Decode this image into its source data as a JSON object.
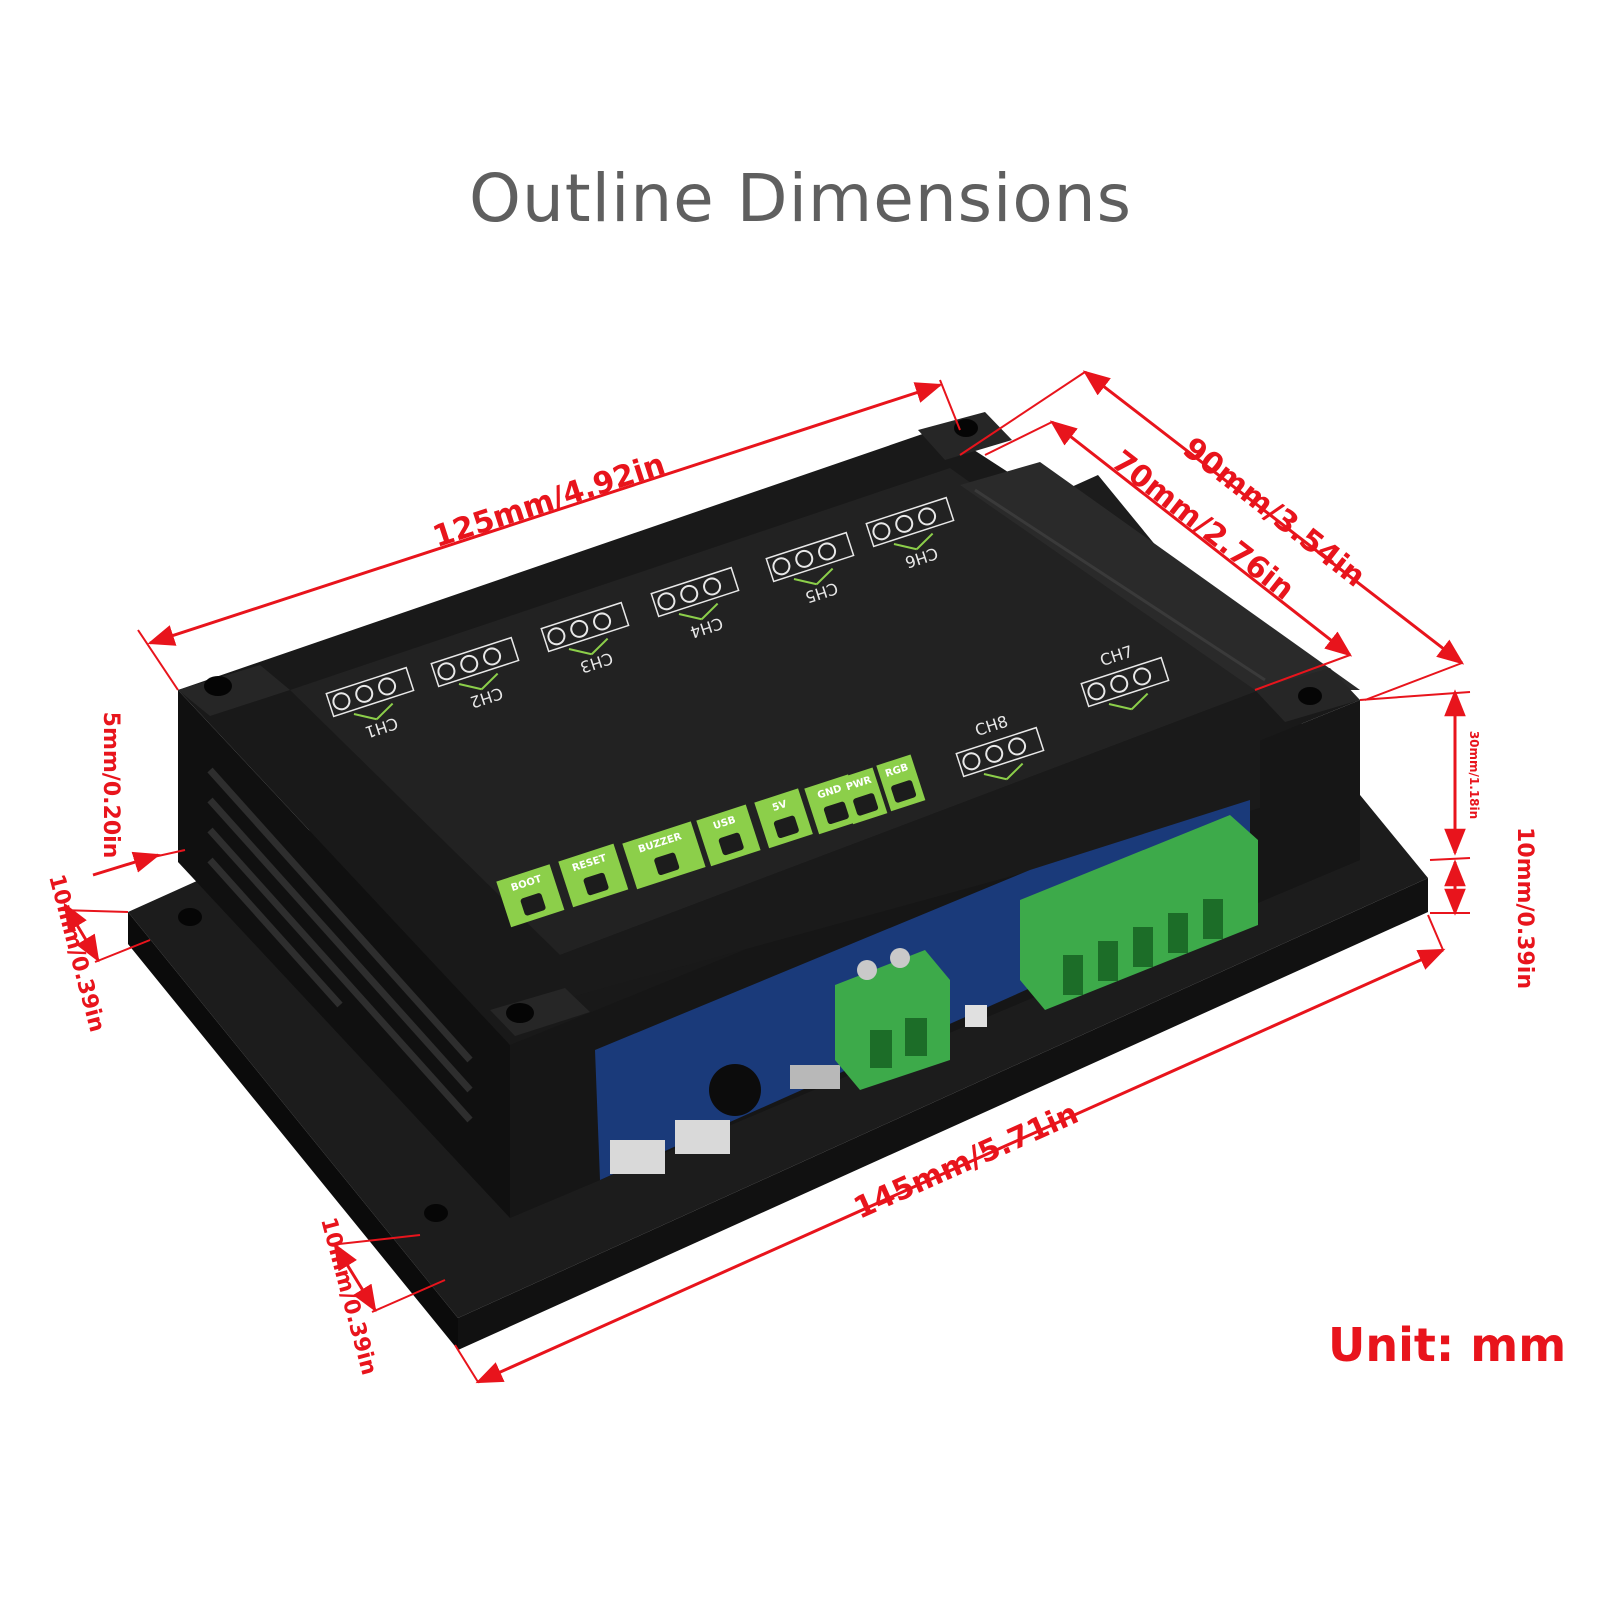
{
  "title": "Outline Dimensions",
  "unit_label": "Unit: mm",
  "dimensions": {
    "length_top": "125mm/4.92in",
    "width_outer": "90mm/3.54in",
    "width_inner": "70mm/2.76in",
    "length_base": "145mm/5.71in",
    "height_body": "30mm/1.18in",
    "base_right": "10mm/0.39in",
    "flange_left": "5mm/0.20in",
    "base_left": "10mm/0.39in",
    "base_front": "10mm/0.39in"
  },
  "channels": [
    "CH1",
    "CH2",
    "CH3",
    "CH4",
    "CH5",
    "CH6",
    "CH7",
    "CH8"
  ],
  "buttons": [
    "BOOT",
    "RESET",
    "BUZZER",
    "USB",
    "5V",
    "GND",
    "PWR",
    "RGB"
  ],
  "colors": {
    "accent": "#e8141c",
    "enclosure": "#141414",
    "panel_label": "#8ccf4a",
    "terminal": "#3daa4a",
    "pcb": "#1a3a7a"
  }
}
